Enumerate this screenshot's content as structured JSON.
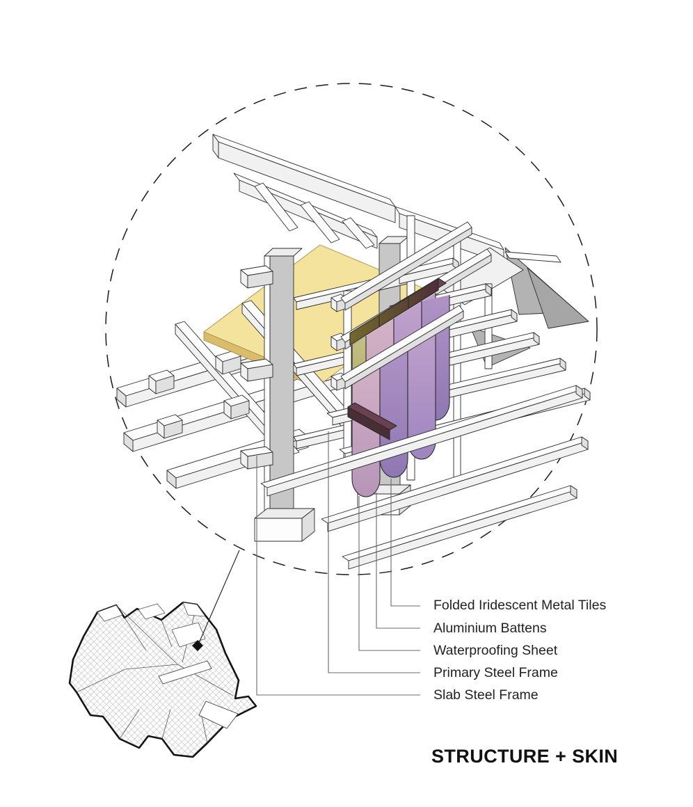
{
  "diagram": {
    "title": "STRUCTURE + SKIN",
    "labels": [
      {
        "id": "folded-iridescent-metal-tiles",
        "text": "Folded Iridescent Metal Tiles"
      },
      {
        "id": "aluminium-battens",
        "text": "Aluminium Battens"
      },
      {
        "id": "waterproofing-sheet",
        "text": "Waterproofing Sheet"
      },
      {
        "id": "primary-steel-frame",
        "text": "Primary Steel Frame"
      },
      {
        "id": "slab-steel-frame",
        "text": "Slab Steel Frame"
      }
    ],
    "colors": {
      "background": "#ffffff",
      "line": "#2a2a2a",
      "leader_line": "#6a6a6a",
      "waterproofing_yellow": "#f3e39c",
      "waterproofing_edge": "#d9bd6d",
      "tile_green": "#bdbb77",
      "tile_pink": "#cbaac1",
      "tile_purple": "#a98bc0",
      "fold_olive": "#6e612c",
      "fold_maroon": "#53303c",
      "frame_gray": "#c7c7c7",
      "hatch_gray": "#bdbdbd"
    }
  }
}
